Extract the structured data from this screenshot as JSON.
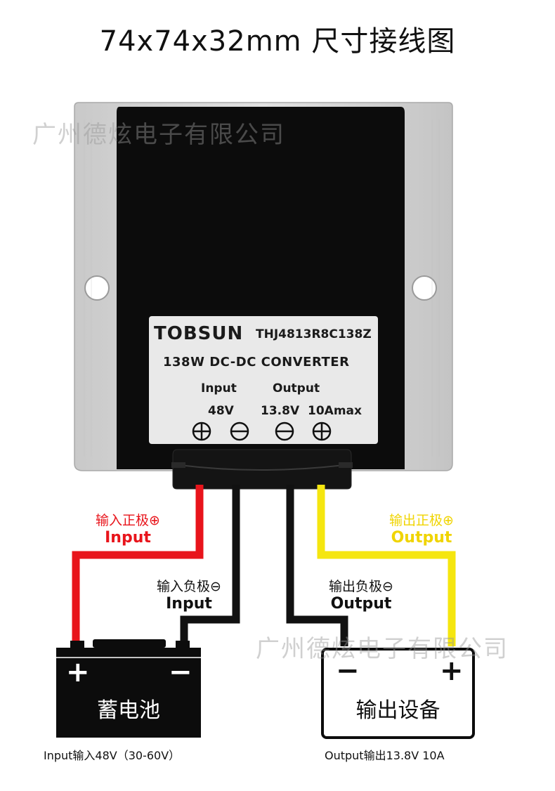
{
  "title": "74x74x32mm 尺寸接线图",
  "watermark": "广州德炫电子有限公司",
  "nameplate": {
    "brand": "TOBSUN",
    "model": "THJ4813R8C138Z",
    "power": "138W",
    "type": "DC-DC CONVERTER",
    "input_label": "Input",
    "output_label": "Output",
    "input_voltage": "48V",
    "output_voltage": "13.8V",
    "output_current": "10Amax"
  },
  "wires": {
    "input_positive": {
      "cn": "输入正极⊕",
      "en": "Input",
      "color": "#e8141b"
    },
    "input_negative": {
      "cn": "输入负极⊖",
      "en": "Input",
      "color": "#111111"
    },
    "output_negative": {
      "cn": "输出负极⊖",
      "en": "Output",
      "color": "#111111"
    },
    "output_positive": {
      "cn": "输出正极⊕",
      "en": "Output",
      "color": "#f5e60f"
    }
  },
  "battery": {
    "label": "蓄电池",
    "plus": "+",
    "minus": "−",
    "caption": "Input输入48V（30-60V）"
  },
  "load": {
    "label": "输出设备",
    "plus": "+",
    "minus": "−",
    "caption": "Output输出13.8V 10A"
  },
  "colors": {
    "housing": "#d4d4d4",
    "body": "#0c0c0c",
    "plate": "#e9e9e9",
    "red_label": "#e8141b",
    "yellow_label": "#f0d400"
  }
}
